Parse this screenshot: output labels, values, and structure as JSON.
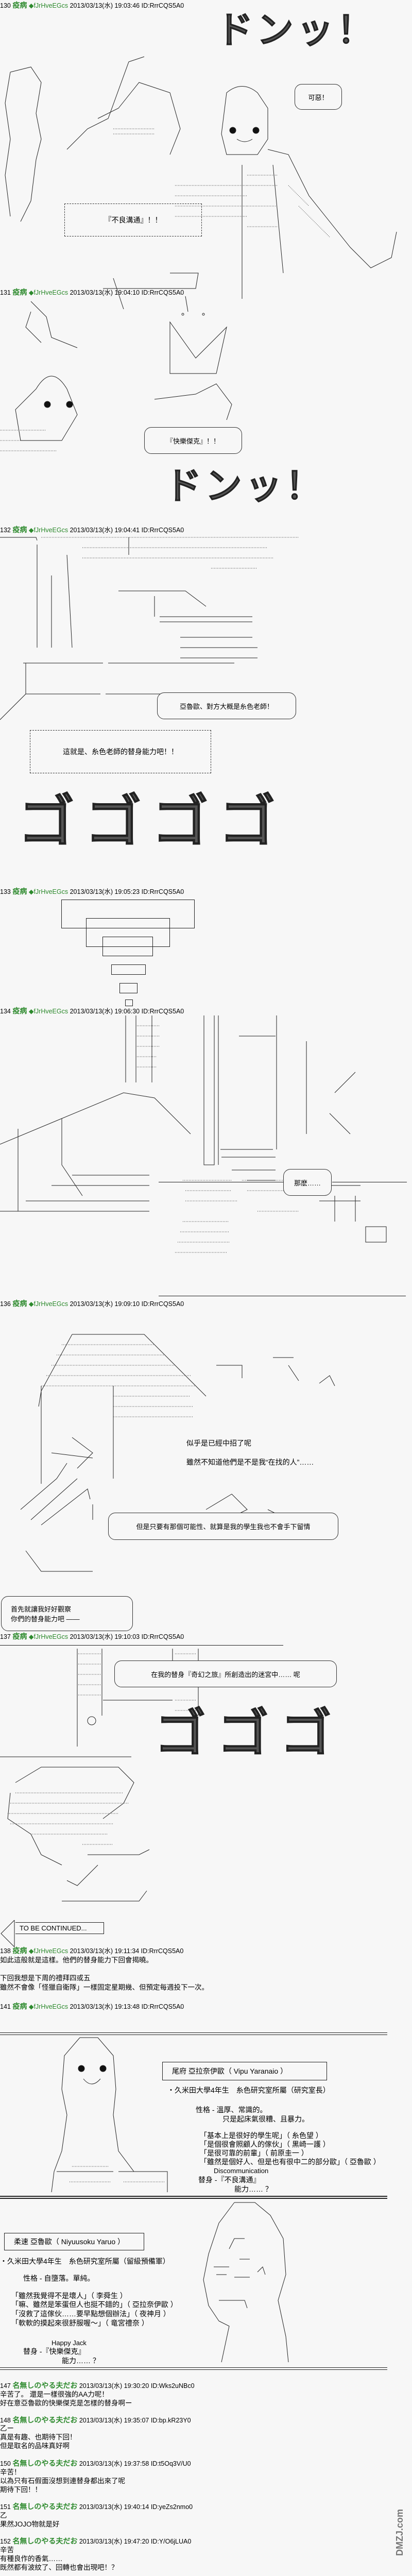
{
  "posts": [
    {
      "num": "130",
      "name": "疫病",
      "trip": "◆fJrHveEGcs",
      "date": "2013/03/13(水) 19:03:46 ID:RrrCQS5A0",
      "bubble": "可惡！",
      "shout": "『不良溝通』！！",
      "sfx": "ドンッ！"
    },
    {
      "num": "131",
      "name": "疫病",
      "trip": "◆fJrHveEGcs",
      "date": "2013/03/13(水) 19:04:10 ID:RrrCQS5A0",
      "bubble": "『快樂傑克』！！",
      "sfx": "ドンッ！"
    },
    {
      "num": "132",
      "name": "疫病",
      "trip": "◆fJrHveEGcs",
      "date": "2013/03/13(水) 19:04:41 ID:RrrCQS5A0",
      "bubble": "亞魯歐、對方大概是糸色老師！",
      "shout": "這就是、糸色老師的替身能力吧！！",
      "sfx": "ゴゴゴゴ"
    },
    {
      "num": "133",
      "name": "疫病",
      "trip": "◆fJrHveEGcs",
      "date": "2013/03/13(水) 19:05:23 ID:RrrCQS5A0"
    },
    {
      "num": "134",
      "name": "疫病",
      "trip": "◆fJrHveEGcs",
      "date": "2013/03/13(水) 19:06:30 ID:RrrCQS5A0",
      "bubble": "那麽……"
    },
    {
      "num": "136",
      "name": "疫病",
      "trip": "◆fJrHveEGcs",
      "date": "2013/03/13(水) 19:09:10 ID:RrrCQS5A0",
      "line1": "似乎是已經中招了呢",
      "line2": "雖然不知道他們是不是我“在找的人”……",
      "bubble1": "但是只要有那個可能性、就算是我的學生我也不會手下留情",
      "bubble2_l1": "首先就讓我好好觀察",
      "bubble2_l2": "你們的替身能力吧 ——"
    },
    {
      "num": "137",
      "name": "疫病",
      "trip": "◆fJrHveEGcs",
      "date": "2013/03/13(水) 19:10:03 ID:RrrCQS5A0",
      "bubble": "在我的替身『奇幻之旅』所創造出的迷宮中…… 呢",
      "sfx": "ゴゴゴ",
      "tbc": "TO BE CONTINUED..."
    },
    {
      "num": "138",
      "name": "疫病",
      "trip": "◆fJrHveEGcs",
      "date": "2013/03/13(水) 19:11:34 ID:RrrCQS5A0",
      "lines": [
        "如此這般就是這樣。他們的替身能力下回會揭曉。",
        "",
        "下回我想是下周的禮拜四或五",
        "雖然不會像「怪獵自衛隊」一樣固定星期幾、但預定每週投下一次。"
      ]
    },
    {
      "num": "141",
      "name": "疫病",
      "trip": "◆fJrHveEGcs",
      "date": "2013/03/13(水) 19:13:48 ID:RrrCQS5A0"
    }
  ],
  "profile1": {
    "title": "尾府 亞拉奈伊歐（ Vipu Yaranaio ）",
    "affil": "・久米田大學4年生　糸色研究室所屬（研究室長）",
    "pers1": "性格 - 溫厚、常識的。",
    "pers2": "只是起床氣很糟、且暴力。",
    "quotes": [
      "「基本上是很好的學生呢」（ 糸色望 ）",
      "「是個很會照顧人的傢伙」（ 黒崎一護 ）",
      "「是很可靠的前輩」（ 前原圭一 ）",
      "「雖然是個好人、但是也有很中二的部分歐」（ 亞魯歐 ）"
    ],
    "stand_en": "Discommunication",
    "stand": "替身 -『不良溝通』",
    "ability": "能力…… ？"
  },
  "profile2": {
    "title": "柔速 亞魯歐（ Niyuusoku Yaruo ）",
    "affil": "・久米田大學4年生　糸色研究室所屬（留級預備軍）",
    "pers": "性格 - 自墮落。單純。",
    "quotes": [
      "「雖然我覺得不是壞人」（ 李舜生 ）",
      "「嘛、雖然是笨蛋但人也挺不錯的」（ 亞拉奈伊歐 ）",
      "「沒救了這傢伙……要早點想個辦法」（ 夜神月 ）",
      "「軟軟的摸起來很舒服喔～」（ 竜宮禮奈 ）"
    ],
    "stand_en": "Happy Jack",
    "stand": "替身 -『快樂傑克』",
    "ability": "能力…… ？"
  },
  "comments": [
    {
      "num": "147",
      "name": "名無しのやる夫だお",
      "date": "2013/03/13(水) 19:30:20 ID:Wks2uNBc0",
      "lines": [
        "辛苦了。 還是一樣很強的AA力呢！",
        "好在意亞魯歐的快樂傑克是怎樣的替身啊ー"
      ]
    },
    {
      "num": "148",
      "name": "名無しのやる夫だお",
      "date": "2013/03/13(水) 19:35:07 ID:bp.kR23Y0",
      "lines": [
        "乙ー",
        "真是有趣、也期待下回！",
        "但是取名的品味真好啊"
      ]
    },
    {
      "num": "150",
      "name": "名無しのやる夫だお",
      "date": "2013/03/13(水) 19:37:58 ID:t5Oq3V/U0",
      "lines": [
        "辛苦！",
        "以為只有石假面沒想到連替身都出來了呢",
        "期待下回！！"
      ]
    },
    {
      "num": "151",
      "name": "名無しのやる夫だお",
      "date": "2013/03/13(水) 19:40:14 ID:yeZs2nmo0",
      "lines": [
        "乙",
        "果然JOJO物就是好"
      ]
    },
    {
      "num": "152",
      "name": "名無しのやる夫だお",
      "date": "2013/03/13(水) 19:47:20 ID:Y/O6jLUA0",
      "lines": [
        "辛苦",
        "有種良作的香氣……",
        "既然都有波紋了、回轉也會出現吧！？"
      ]
    }
  ],
  "watermark": "DMZJ.com",
  "colors": {
    "name": "#2d8a2d",
    "background": "#f7f7f7"
  }
}
